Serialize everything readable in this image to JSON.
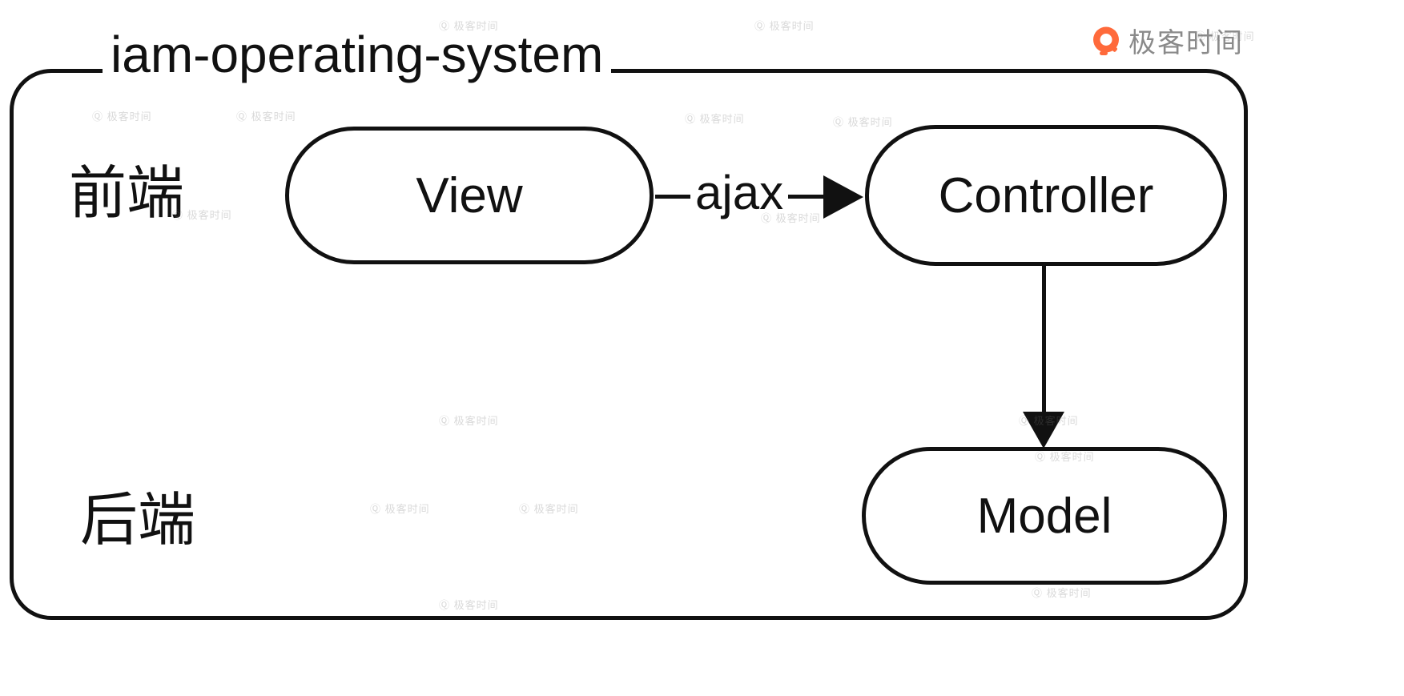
{
  "diagram": {
    "container_title": "iam-operating-system",
    "labels": {
      "frontend": "前端",
      "backend": "后端"
    },
    "nodes": {
      "view": "View",
      "controller": "Controller",
      "model": "Model"
    },
    "edges": {
      "ajax_label": "ajax"
    }
  },
  "brand": {
    "text": "极客时间",
    "icon_name": "geektime-logo",
    "icon_color": "#FF6A3B",
    "text_color": "#8a8a8a"
  },
  "watermark": {
    "icon_char": "Ⓠ",
    "text": "极客时间"
  },
  "colors": {
    "stroke": "#111111",
    "background": "#ffffff"
  }
}
